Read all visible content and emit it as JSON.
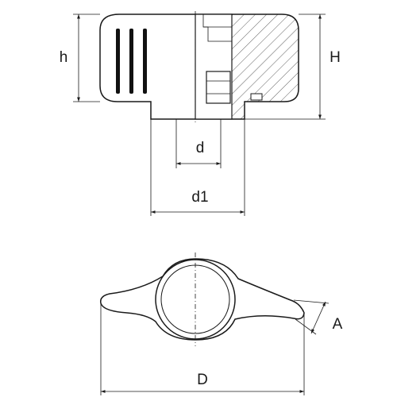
{
  "dimensions": {
    "h": "h",
    "H": "H",
    "d": "d",
    "d1": "d1",
    "A": "A",
    "D": "D"
  },
  "colors": {
    "stroke": "#1a1a1a",
    "background": "#ffffff"
  }
}
